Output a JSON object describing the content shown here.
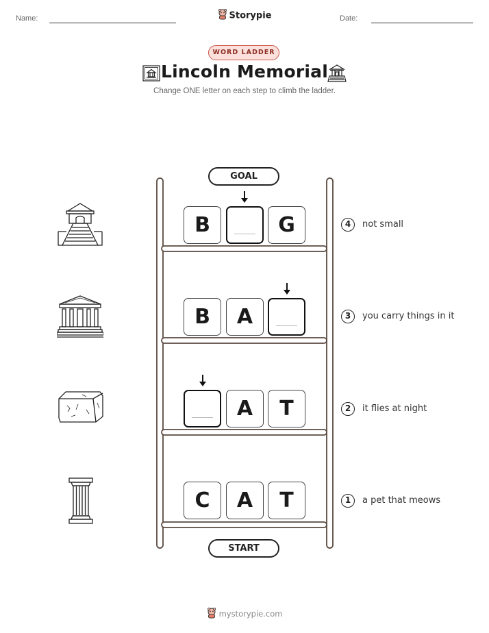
{
  "header": {
    "name_label": "Name:",
    "date_label": "Date:",
    "brand": "Storypie"
  },
  "badge": "WORD LADDER",
  "title": "Lincoln Memorial",
  "subtitle": "Change ONE letter on each step to climb the ladder.",
  "ladder": {
    "goal_label": "GOAL",
    "start_label": "START",
    "rungs": [
      {
        "number": "4",
        "clue": "not small",
        "letters": [
          "B",
          "",
          "G"
        ],
        "blank_index": 1,
        "icon": "memorial-steps-icon"
      },
      {
        "number": "3",
        "clue": "you carry things in it",
        "letters": [
          "B",
          "A",
          ""
        ],
        "blank_index": 2,
        "icon": "temple-facade-icon"
      },
      {
        "number": "2",
        "clue": "it flies at night",
        "letters": [
          "",
          "A",
          "T"
        ],
        "blank_index": 0,
        "icon": "marble-block-icon"
      },
      {
        "number": "1",
        "clue": "a pet that meows",
        "letters": [
          "C",
          "A",
          "T"
        ],
        "blank_index": -1,
        "icon": "column-icon"
      }
    ]
  },
  "footer": "mystorypie.com"
}
